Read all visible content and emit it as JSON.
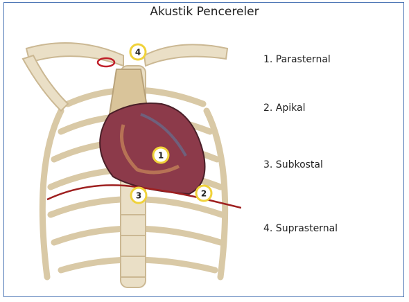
{
  "title": "Akustik Pencereler",
  "windows": [
    {
      "number": "1",
      "label": "1. Parasternal"
    },
    {
      "number": "2",
      "label": "2. Apikal"
    },
    {
      "number": "3",
      "label": "3. Subkostal"
    },
    {
      "number": "4",
      "label": "4. Suprasternal"
    }
  ],
  "colors": {
    "frame_border": "#4a74b4",
    "bone": "#eadfc6",
    "bone_shadow": "#cbb893",
    "heart": "#8c3a4a",
    "badge_fill": "#ffffff",
    "badge_ring": "#f0d23a",
    "probe_line": "#9e1f1f"
  }
}
